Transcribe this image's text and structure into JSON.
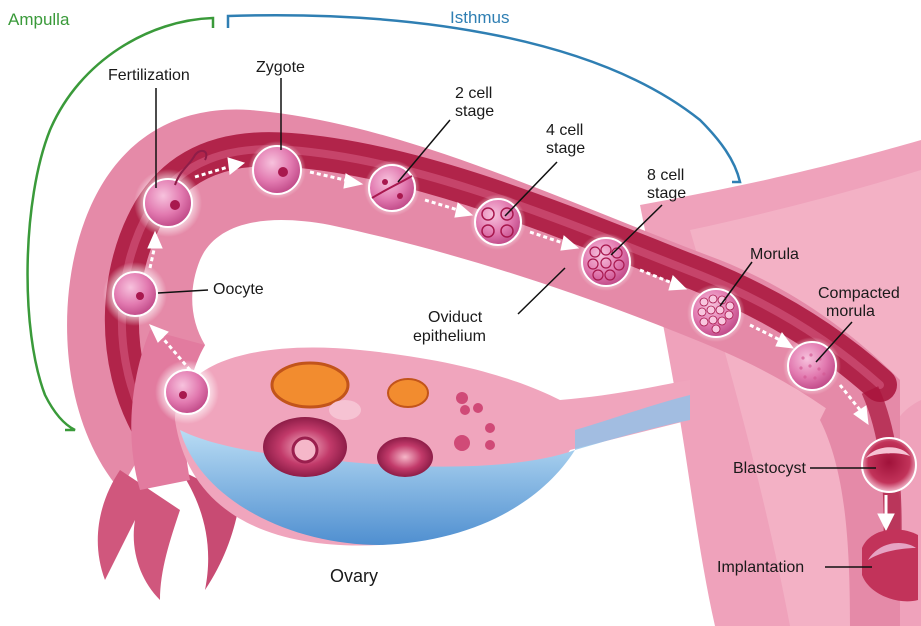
{
  "sections": {
    "ampulla": "Ampulla",
    "isthmus": "Isthmus"
  },
  "labels": {
    "fertilization": "Fertilization",
    "zygote": "Zygote",
    "two_cell_line1": "2 cell",
    "two_cell_line2": "stage",
    "four_cell_line1": "4 cell",
    "four_cell_line2": "stage",
    "eight_cell_line1": "8 cell",
    "eight_cell_line2": "stage",
    "morula": "Morula",
    "compacted_line1": "Compacted",
    "compacted_line2": "morula",
    "oocyte": "Oocyte",
    "oviduct_line1": "Oviduct",
    "oviduct_line2": "epithelium",
    "ovary": "Ovary",
    "blastocyst": "Blastocyst",
    "implantation": "Implantation"
  },
  "colors": {
    "tube_outer": "#e58aa8",
    "tube_inner": "#a8123a",
    "ovary_fluid": "#8fc3ea",
    "cell_fill": "#e880b6",
    "ampulla_bracket": "#3a9a3a",
    "isthmus_bracket": "#2f7fb3"
  }
}
